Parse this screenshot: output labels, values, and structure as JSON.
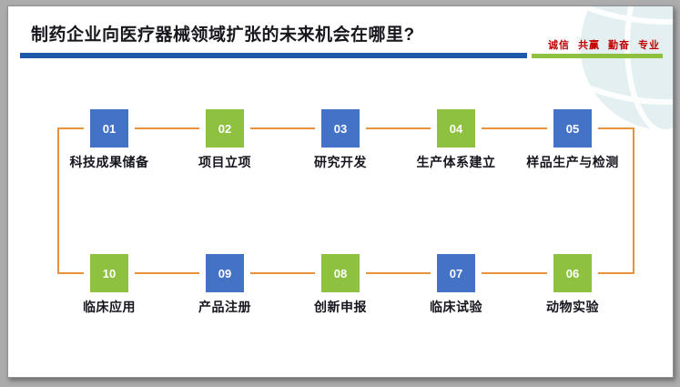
{
  "page": {
    "background": "#acacac"
  },
  "slide": {
    "title": "制药企业向医疗器械领域扩张的未来机会在哪里?",
    "motto": {
      "items": [
        "诚信",
        "共赢",
        "勤奋",
        "专业"
      ],
      "color": "#c00000"
    },
    "rules": {
      "blue": "#1e5aa9",
      "green": "#8ec140"
    },
    "watermark_icon": "globe-logo",
    "flow": {
      "connector_color": "#e8923c",
      "box_colors": {
        "blue": "#4472c4",
        "green": "#8ec140"
      },
      "steps": [
        {
          "num": "01",
          "label": "科技成果储备",
          "tone": "blue"
        },
        {
          "num": "02",
          "label": "项目立项",
          "tone": "green"
        },
        {
          "num": "03",
          "label": "研究开发",
          "tone": "blue"
        },
        {
          "num": "04",
          "label": "生产体系建立",
          "tone": "green"
        },
        {
          "num": "05",
          "label": "样品生产与检测",
          "tone": "blue"
        },
        {
          "num": "06",
          "label": "动物实验",
          "tone": "green"
        },
        {
          "num": "07",
          "label": "临床试验",
          "tone": "blue"
        },
        {
          "num": "08",
          "label": "创新申报",
          "tone": "green"
        },
        {
          "num": "09",
          "label": "产品注册",
          "tone": "blue"
        },
        {
          "num": "10",
          "label": "临床应用",
          "tone": "green"
        }
      ]
    }
  }
}
